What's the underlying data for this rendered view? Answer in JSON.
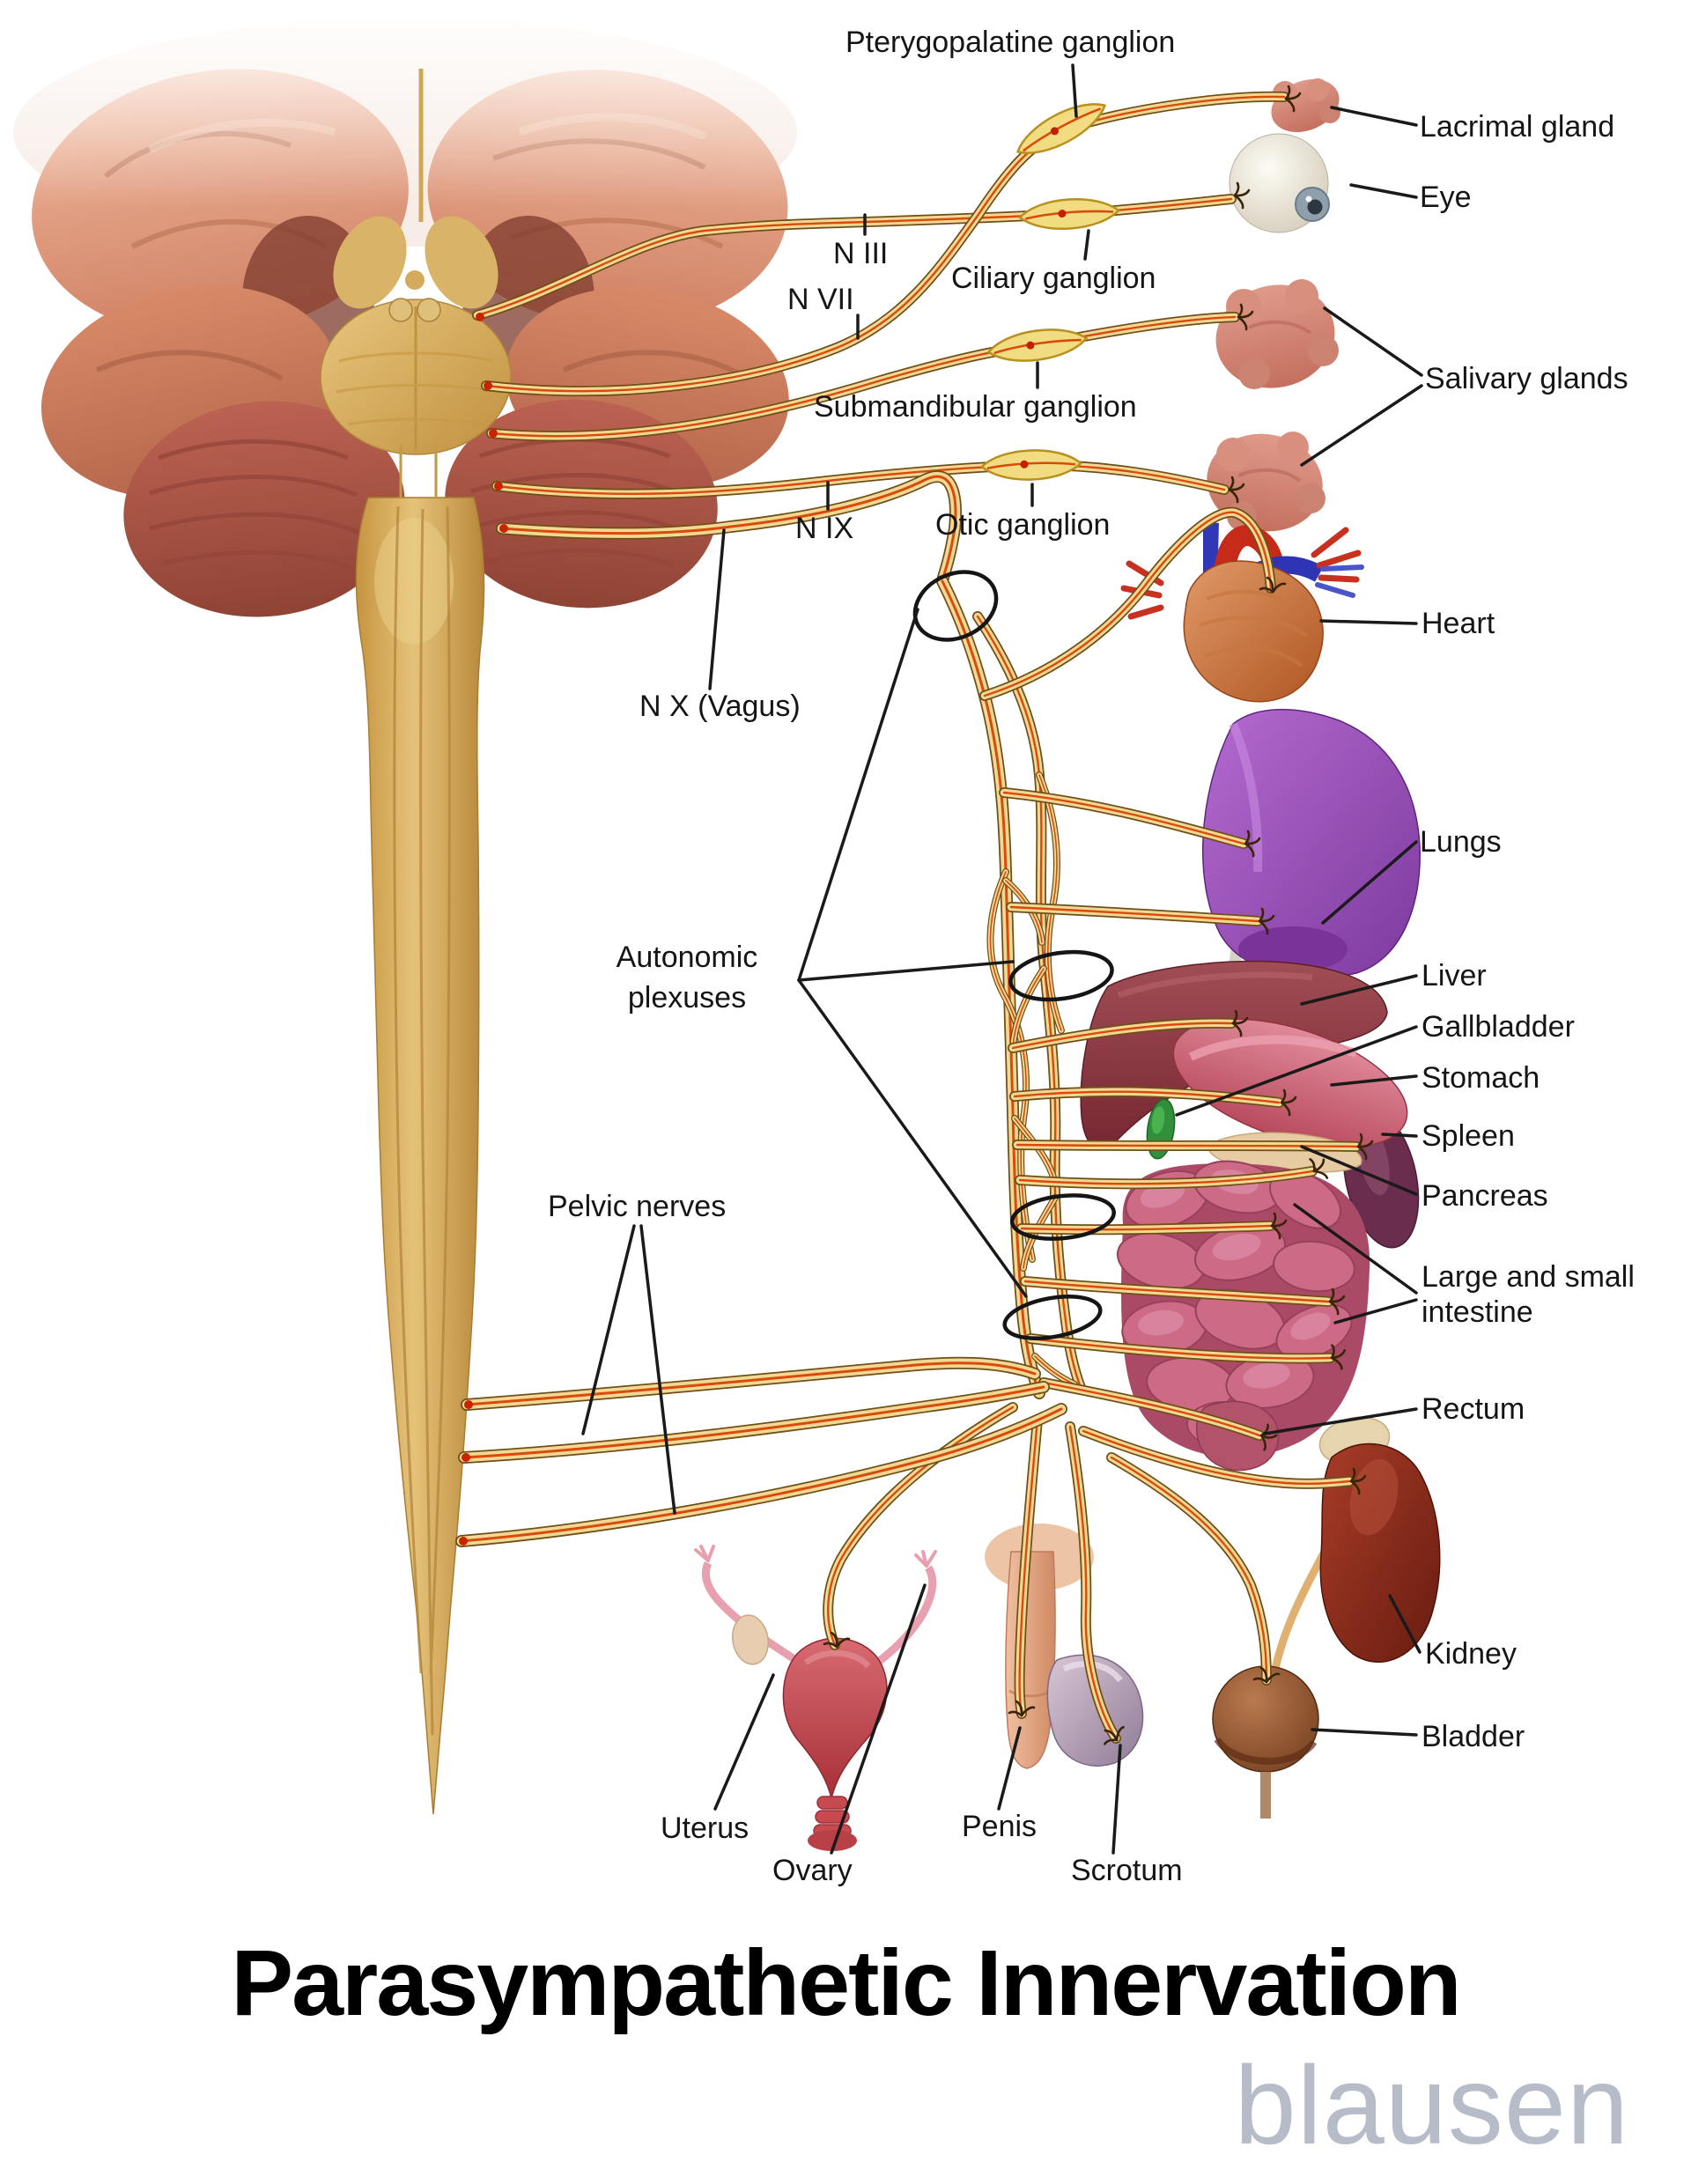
{
  "title": "Parasympathetic Innervation",
  "watermark": "blausen",
  "labels": {
    "pterygopalatine_ganglion": "Pterygopalatine ganglion",
    "lacrimal_gland": "Lacrimal gland",
    "eye": "Eye",
    "n_iii": "N III",
    "n_vii": "N VII",
    "ciliary_ganglion": "Ciliary ganglion",
    "submandibular_ganglion": "Submandibular ganglion",
    "salivary_glands": "Salivary glands",
    "n_ix": "N IX",
    "otic_ganglion": "Otic ganglion",
    "heart": "Heart",
    "n_x_vagus": "N X (Vagus)",
    "lungs": "Lungs",
    "autonomic_plexuses_line1": "Autonomic",
    "autonomic_plexuses_line2": "plexuses",
    "liver": "Liver",
    "gallbladder": "Gallbladder",
    "stomach": "Stomach",
    "spleen": "Spleen",
    "pancreas": "Pancreas",
    "pelvic_nerves": "Pelvic nerves",
    "large_small_intestine_line1": "Large and small",
    "large_small_intestine_line2": "intestine",
    "rectum": "Rectum",
    "kidney": "Kidney",
    "bladder": "Bladder",
    "uterus": "Uterus",
    "ovary": "Ovary",
    "penis": "Penis",
    "scrotum": "Scrotum"
  },
  "colors": {
    "nerve_sheath": "#f2d795",
    "nerve_outline": "#6e5016",
    "nerve_core": "#d84b0a",
    "ganglion_fill": "#f2dc82",
    "spinal_cord": "#d9ab58",
    "brain_pink": "#e0997e",
    "cerebellum": "#b25a4b",
    "heart_red": "#c8502a",
    "lung_purple": "#a055c0",
    "liver_maroon": "#8e3642",
    "stomach_pink": "#cf6072",
    "spleen_purple": "#6a2d4e",
    "pancreas_tan": "#e7cba2",
    "intestine_pink": "#cd6a86",
    "kidney_darkred": "#8e2c1e",
    "bladder_brown": "#8a4a2c",
    "uterus_red": "#c24a52",
    "flesh": "#e8b08e",
    "label_text": "#151515",
    "watermark_gray": "#b6bdc9"
  }
}
